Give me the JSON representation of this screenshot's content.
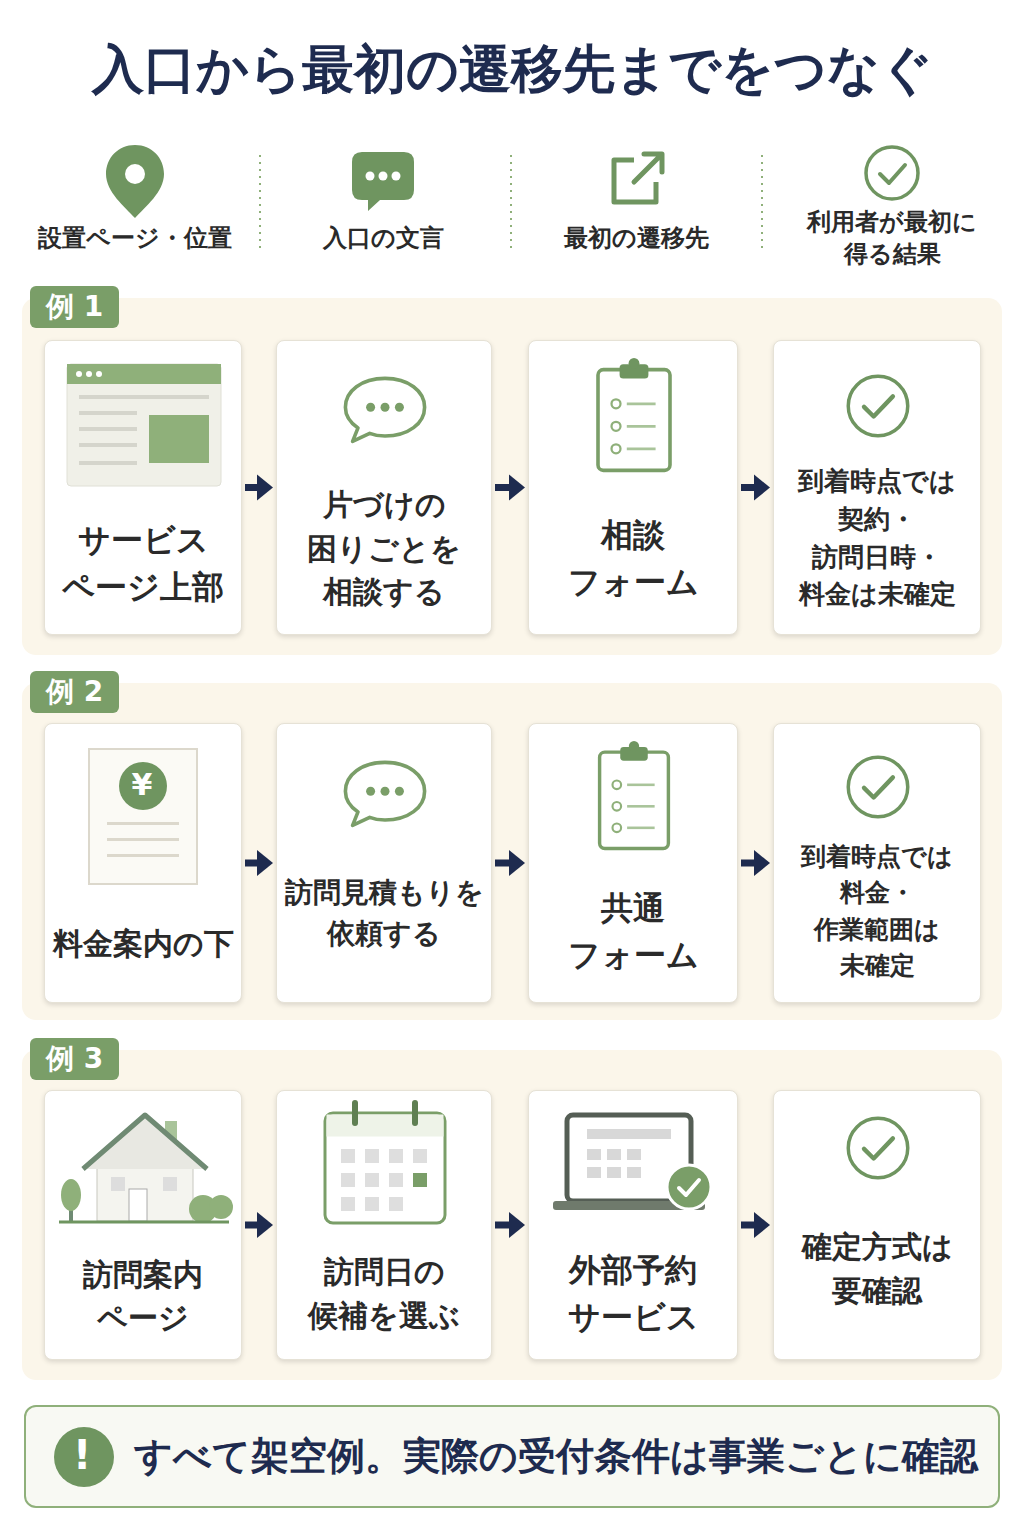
{
  "diagram": {
    "title": "入口から最初の遷移先までをつなぐ",
    "nodes": [
      {
        "text": [
          "例 1"
        ]
      },
      {
        "text": [
          "サービス ページ上部"
        ],
        "in": 0
      },
      {
        "text": [
          "片づけの 困りごとを 相談する"
        ],
        "in": 0
      },
      {
        "text": [
          "相談 フォーム"
        ],
        "in": 0
      },
      {
        "text": [
          "到着時点では 契約・訪問日時・ 料金は未確定"
        ],
        "in": 0
      },
      {
        "text": [
          "例 2"
        ]
      },
      {
        "text": [
          "料金案内の下"
        ],
        "in": 5
      },
      {
        "text": [
          "訪問見積もりを 依頼する"
        ],
        "in": 5
      },
      {
        "text": [
          "共通 フォーム"
        ],
        "in": 5
      },
      {
        "text": [
          "到着時点では 料金・作業範囲は 未確定"
        ],
        "in": 5
      },
      {
        "text": [
          "例 3"
        ]
      },
      {
        "text": [
          "訪問案内 ページ"
        ],
        "in": 10
      },
      {
        "text": [
          "訪問日の 候補を選ぶ"
        ],
        "in": 10
      },
      {
        "text": [
          "外部予約 サービス"
        ],
        "in": 10
      },
      {
        "text": [
          "確定方式は 要確認"
        ],
        "in": 10
      },
      {
        "text": [
          "すべて架空例。実際の受付条件は事業ごとに確認"
        ]
      }
    ],
    "edges": [
      {
        "from": 1,
        "to": 2,
        "arrow": "to"
      },
      {
        "from": 2,
        "to": 3,
        "arrow": "to"
      },
      {
        "from": 3,
        "to": 4,
        "arrow": "to"
      },
      {
        "from": 6,
        "to": 7,
        "arrow": "to"
      },
      {
        "from": 7,
        "to": 8,
        "arrow": "to"
      },
      {
        "from": 8,
        "to": 9,
        "arrow": "to"
      },
      {
        "from": 11,
        "to": 12,
        "arrow": "to"
      },
      {
        "from": 12,
        "to": 13,
        "arrow": "to"
      },
      {
        "from": 13,
        "to": 14,
        "arrow": "to"
      }
    ],
    "labels": [
      "設置ページ・位置",
      "入口の文言",
      "最初の遷移先",
      "利用者が最初に 得る結果",
      "¥",
      "!"
    ]
  }
}
